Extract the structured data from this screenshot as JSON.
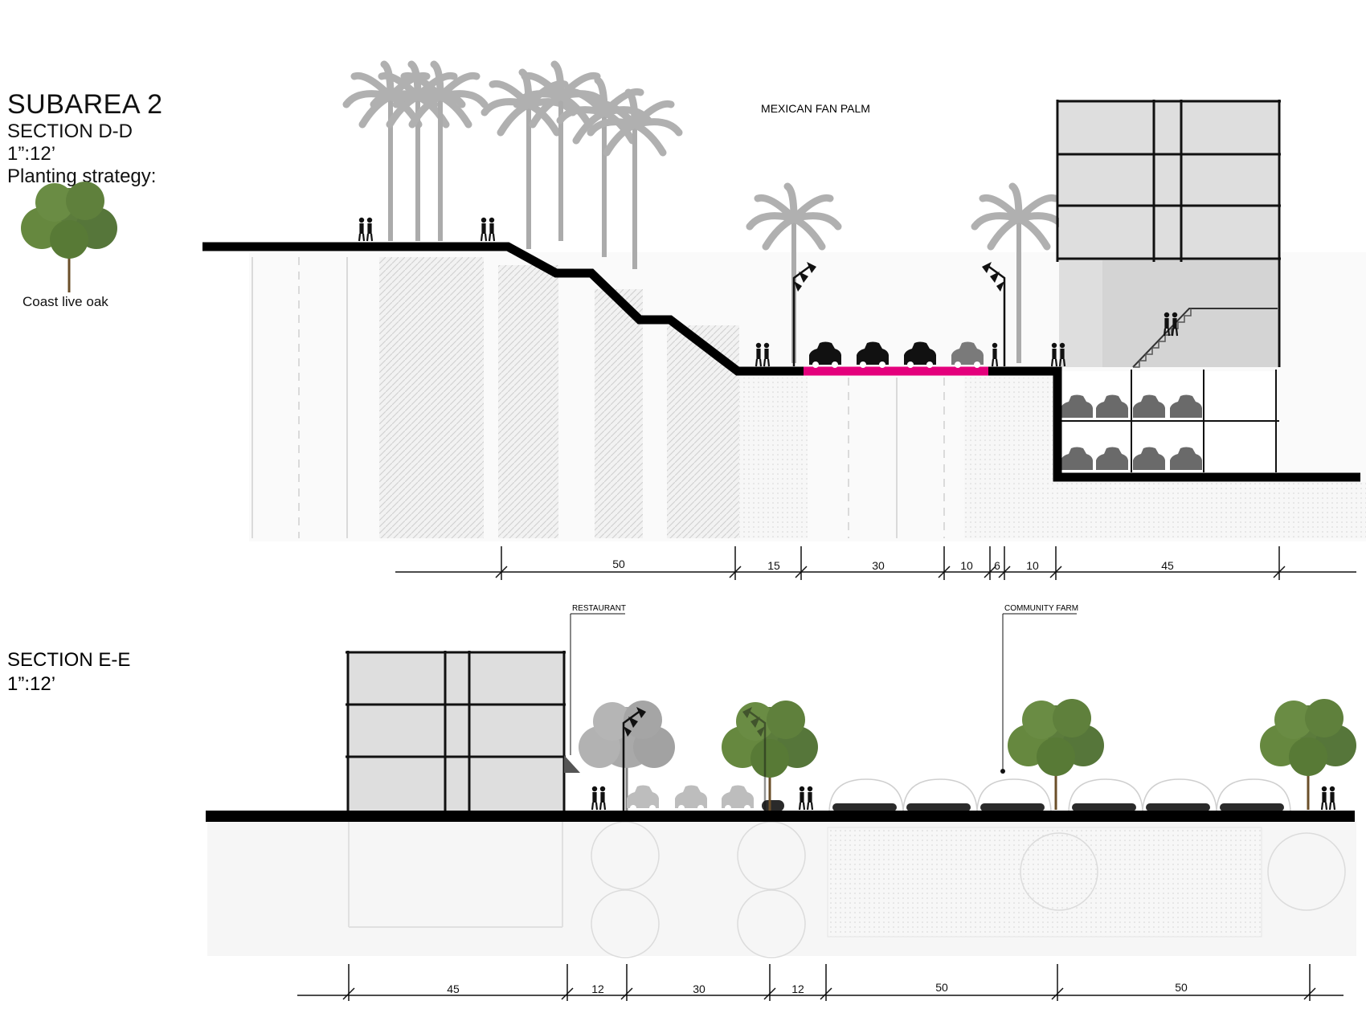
{
  "header": {
    "title": "SUBAREA 2",
    "section_dd": "SECTION D-D",
    "scale_dd": "1”:12’",
    "planting_strategy": "Planting strategy:",
    "tree_label": "Coast live oak"
  },
  "section_dd": {
    "label_palm": "MEXICAN FAN PALM",
    "dimensions": [
      "50",
      "15",
      "30",
      "10",
      "6",
      "10",
      "45"
    ]
  },
  "section_ee": {
    "title": "SECTION E-E",
    "scale": "1”:12’",
    "label_restaurant": "RESTAURANT",
    "label_farm": "COMMUNITY FARM",
    "dimensions": [
      "45",
      "12",
      "30",
      "12",
      "50",
      "50"
    ]
  },
  "colors": {
    "ground": "#000000",
    "bike_lane": "#e4007c",
    "building": "#dcdcdc",
    "tree_green": "#5a7a3a",
    "palm_grey": "#a8a8a8"
  }
}
